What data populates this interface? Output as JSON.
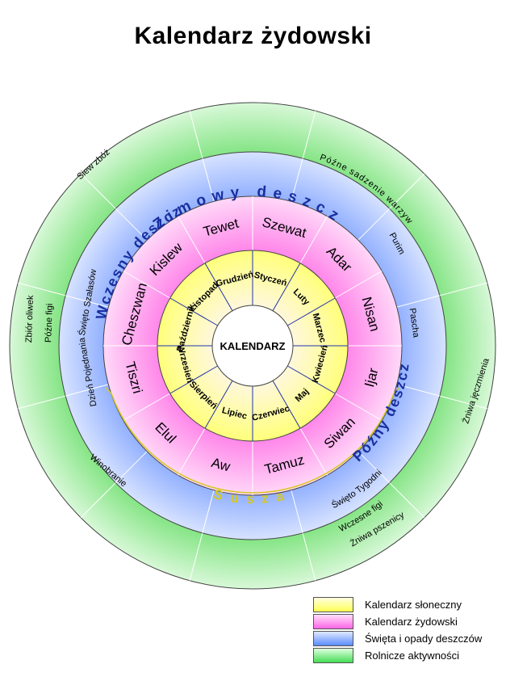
{
  "title": "Kalendarz żydowski",
  "center_label": "KALENDARZ",
  "colors": {
    "solar": "#ffff88",
    "jewish": "#ff88ee",
    "feasts": "#88aaff",
    "agri": "#88ee88"
  },
  "solar_months": [
    "Styczeń",
    "Luty",
    "Marzec",
    "Kwiecień",
    "Maj",
    "Czerwiec",
    "Lipiec",
    "Sierpień",
    "Wrzesień",
    "Październik",
    "Listopad",
    "Grudzień"
  ],
  "jewish_months": [
    "Szewat",
    "Adar",
    "Nisan",
    "Ijar",
    "Siwan",
    "Tamuz",
    "Aw",
    "Elul",
    "Tiszri",
    "Cheszwan",
    "Kislew",
    "Tewet"
  ],
  "seasons": [
    {
      "label": "Zimowy deszcz",
      "size": 19
    },
    {
      "label": "Późny deszcz",
      "size": 18
    },
    {
      "label": "Susza",
      "size": 17
    },
    {
      "label": "Wczesny deszcz",
      "size": 18
    }
  ],
  "feasts": [
    "Purim",
    "Pascha",
    "Święto Tygodni",
    "Święto Szałasów",
    "Dzień Pojednania"
  ],
  "agri": [
    "Późne sadzenie warzyw",
    "Żniwa jęczmienia",
    "Wczesne figi",
    "Żniwa pszenicy",
    "Winobranie",
    "Zbiór oliwek",
    "Późne figi",
    "Siew zbóż"
  ],
  "legend": [
    {
      "label": "Kalendarz słoneczny",
      "color": "#ffff88"
    },
    {
      "label": "Kalendarz żydowski",
      "color": "#ff88ee"
    },
    {
      "label": "Święta i opady deszczów",
      "color": "#88aaff"
    },
    {
      "label": "Rolnicze aktywności",
      "color": "#88ee88"
    }
  ]
}
